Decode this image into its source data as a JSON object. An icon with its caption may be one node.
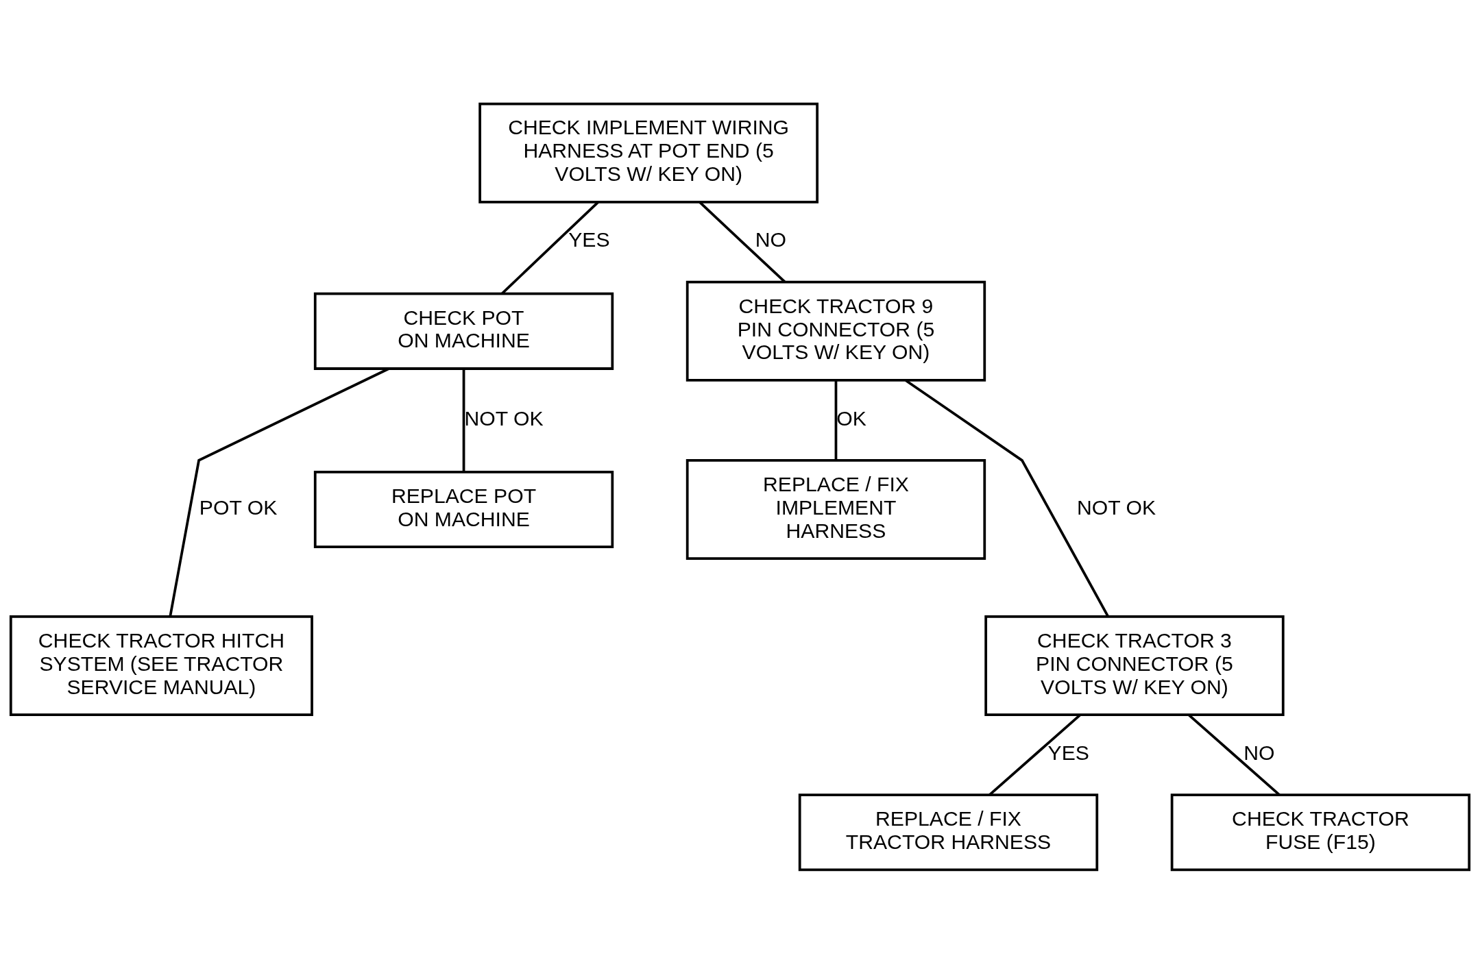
{
  "diagram": {
    "nodes": [
      {
        "text": [
          "CHECK IMPLEMENT WIRING HARNESS AT POT END (5 VOLTS W/ KEY ON)"
        ]
      },
      {
        "text": [
          "CHECK POT ON MACHINE"
        ]
      },
      {
        "text": [
          "CHECK TRACTOR 9 PIN CONNECTOR (5 VOLTS W/ KEY ON)"
        ]
      },
      {
        "text": [
          "REPLACE POT ON MACHINE"
        ]
      },
      {
        "text": [
          "REPLACE / FIX IMPLEMENT HARNESS"
        ]
      },
      {
        "text": [
          "CHECK TRACTOR HITCH SYSTEM (SEE TRACTOR SERVICE MANUAL)"
        ]
      },
      {
        "text": [
          "CHECK TRACTOR 3 PIN CONNECTOR (5 VOLTS W/ KEY ON)"
        ]
      },
      {
        "text": [
          "REPLACE / FIX TRACTOR HARNESS"
        ]
      },
      {
        "text": [
          "CHECK TRACTOR FUSE (F15)"
        ]
      }
    ],
    "edges": [
      {
        "from": 0,
        "to": 1,
        "arrow": "none",
        "label": "YES"
      },
      {
        "from": 0,
        "to": 2,
        "arrow": "none",
        "label": "NO"
      },
      {
        "from": 1,
        "to": 5,
        "arrow": "none",
        "label": "POT OK"
      },
      {
        "from": 1,
        "to": 3,
        "arrow": "none",
        "label": "NOT OK"
      },
      {
        "from": 2,
        "to": 4,
        "arrow": "none",
        "label": "OK"
      },
      {
        "from": 2,
        "to": 6,
        "arrow": "none",
        "label": "NOT OK"
      },
      {
        "from": 6,
        "to": 7,
        "arrow": "none",
        "label": "YES"
      },
      {
        "from": 6,
        "to": 8,
        "arrow": "none",
        "label": "NO"
      }
    ]
  }
}
